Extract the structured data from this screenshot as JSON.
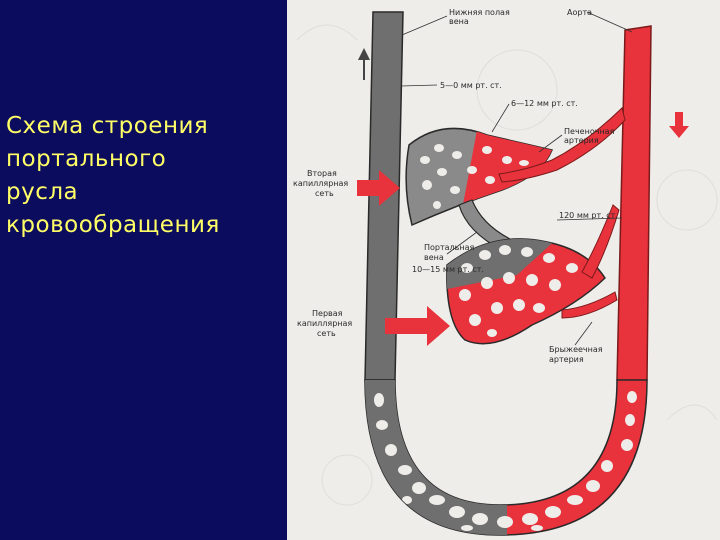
{
  "slide": {
    "title_lines": [
      "Схема строения",
      "портального",
      "русла",
      "кровообращения"
    ]
  },
  "figure": {
    "colors": {
      "vein": "#6f6f6f",
      "artery": "#e8323c",
      "background": "#efedea",
      "slide_background": "#0c0c5e",
      "title_text": "#ffff66"
    },
    "labels": {
      "ivc_1": "Нижняя полая",
      "ivc_2": "вена",
      "aorta": "Аорта",
      "pressure_ivc": "5—0 мм рт. ст.",
      "pressure_liver": "6—12 мм рт. ст.",
      "hepatic_artery_1": "Печеночная",
      "hepatic_artery_2": "артерия",
      "second_net_1": "Вторая",
      "second_net_2": "капиллярная",
      "second_net_3": "сеть",
      "pressure_artery": "120 мм рт. ст.",
      "portal_vein_1": "Портальная",
      "portal_vein_2": "вена",
      "pressure_portal": "10—15 мм рт. ст.",
      "first_net_1": "Первая",
      "first_net_2": "капиллярная",
      "first_net_3": "сеть",
      "mesenteric_1": "Брыжеечная",
      "mesenteric_2": "артерия"
    }
  }
}
